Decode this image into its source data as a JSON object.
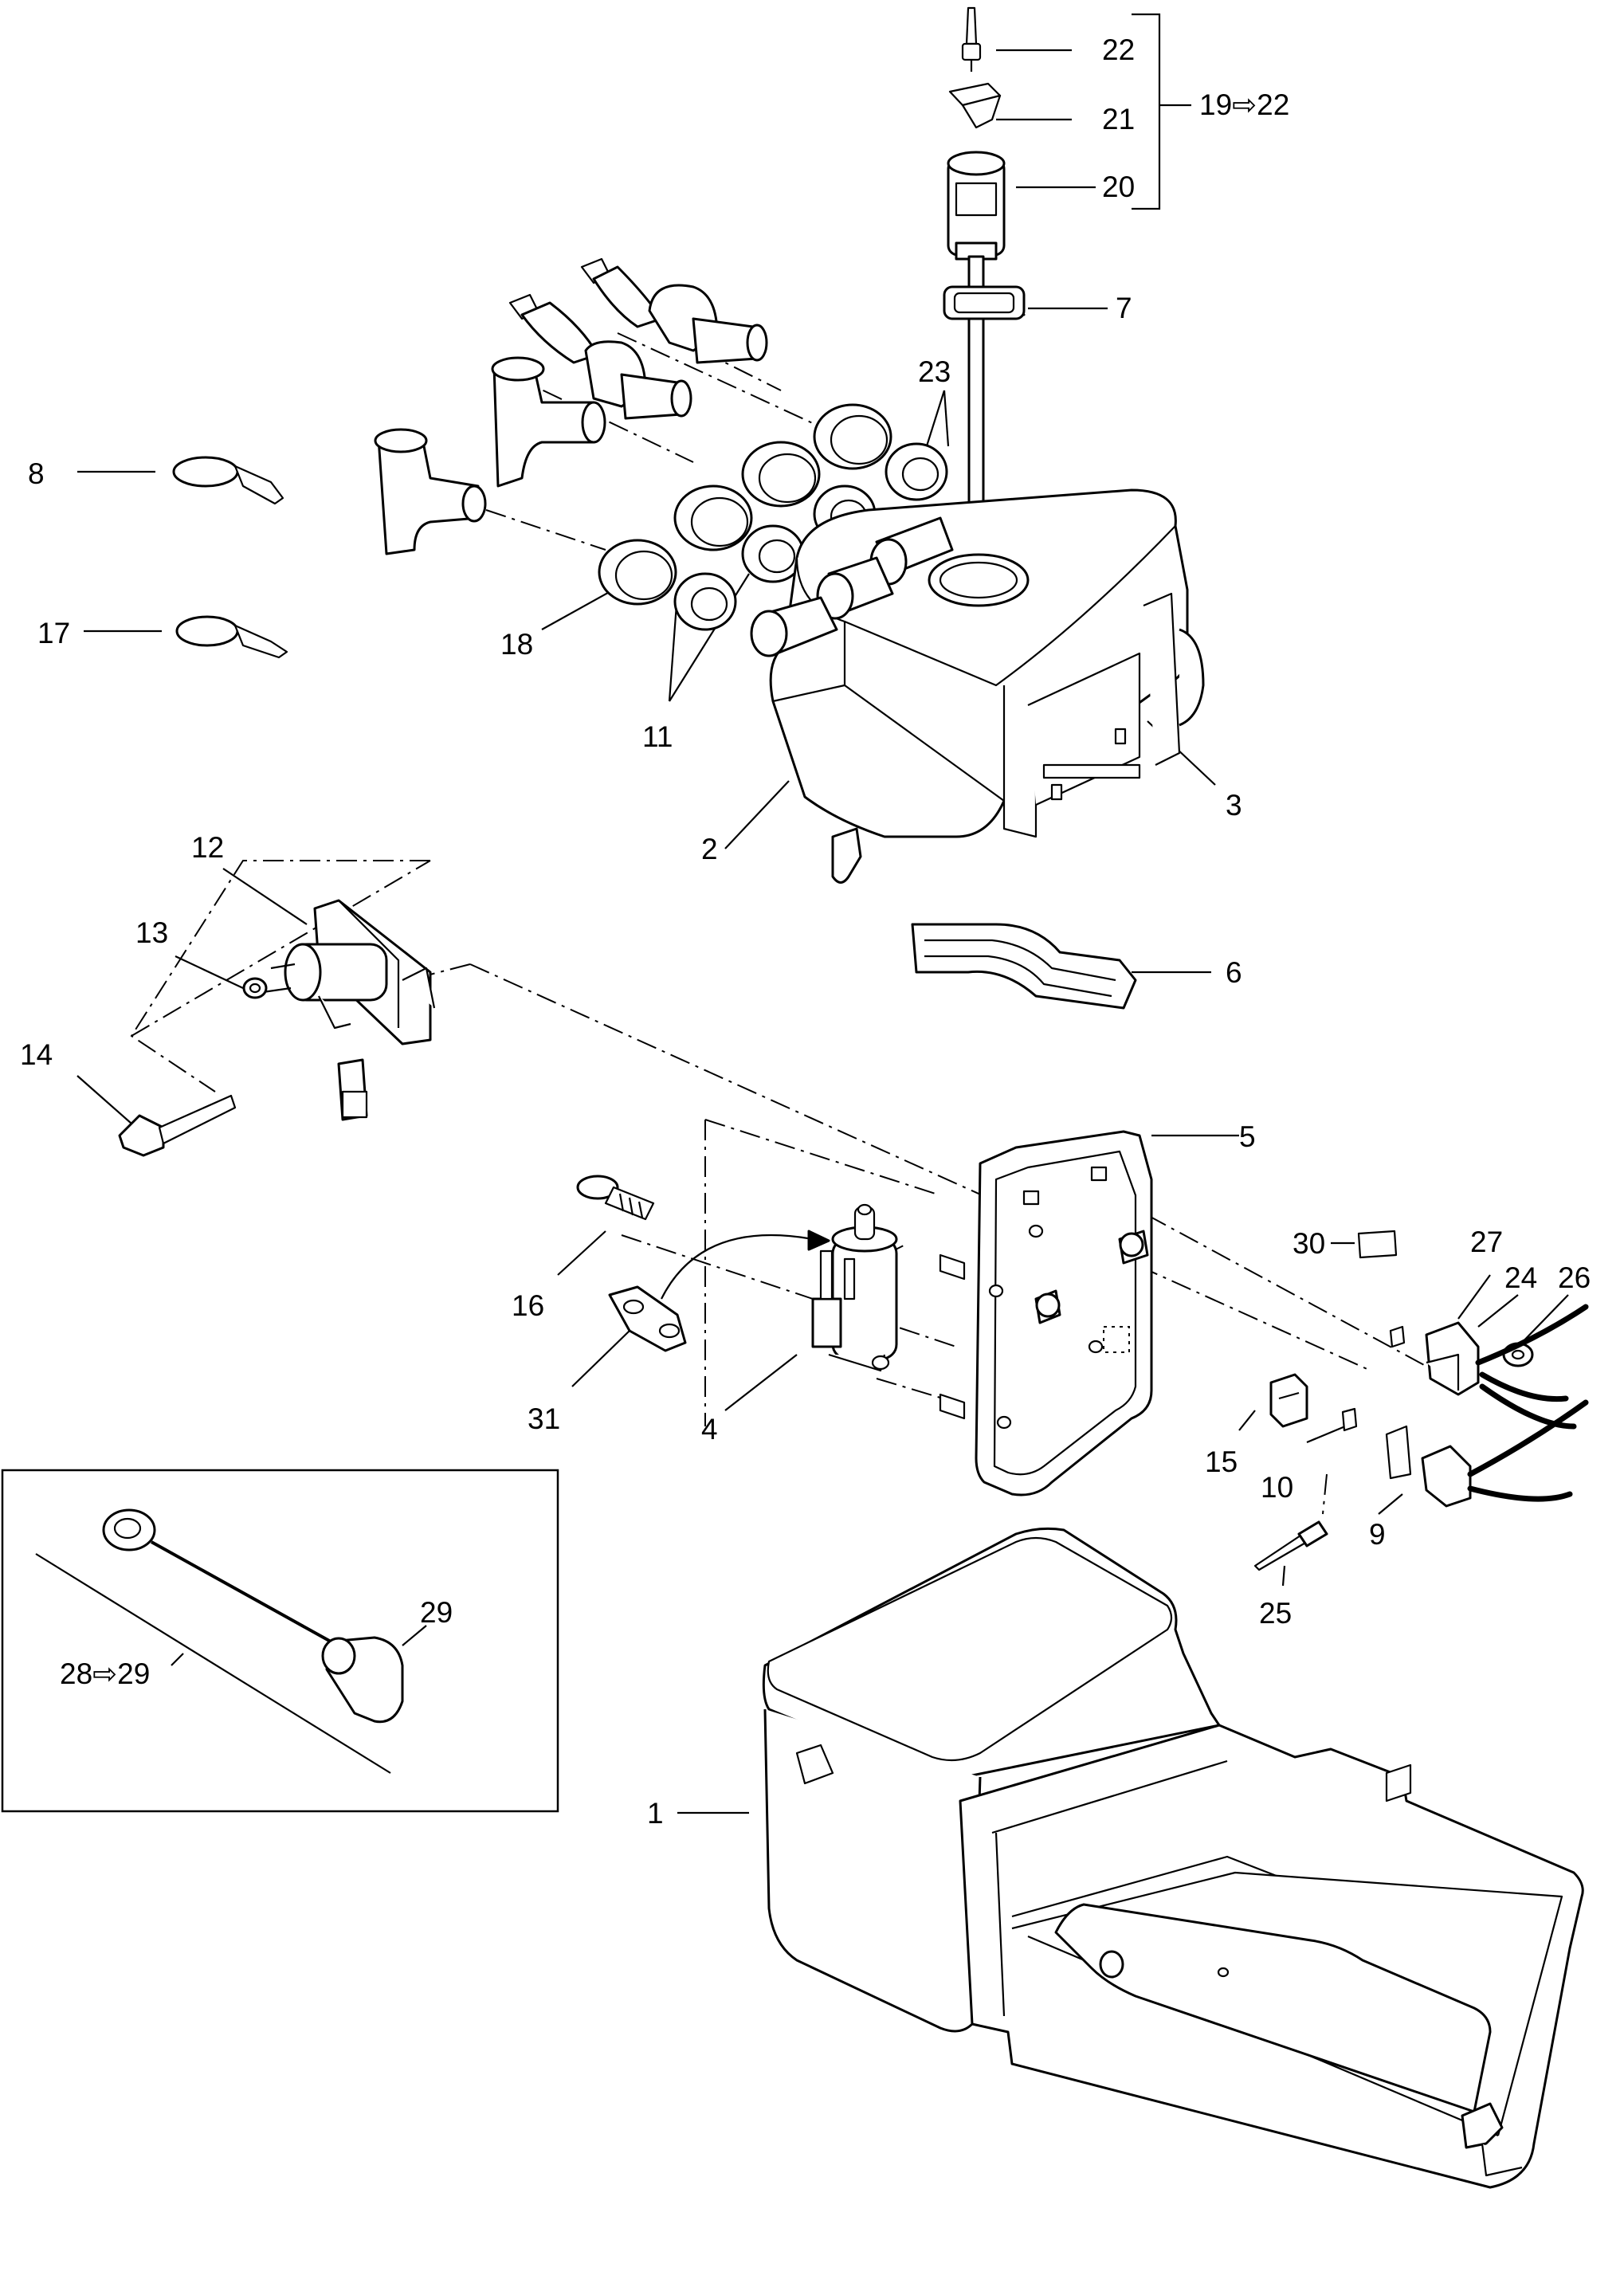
{
  "callouts": [
    {
      "id": "22",
      "text": "22"
    },
    {
      "id": "21",
      "text": "21"
    },
    {
      "id": "20",
      "text": "20"
    },
    {
      "id": "19-22",
      "text": "19⇨22"
    },
    {
      "id": "7",
      "text": "7"
    },
    {
      "id": "23",
      "text": "23"
    },
    {
      "id": "8",
      "text": "8"
    },
    {
      "id": "17",
      "text": "17"
    },
    {
      "id": "18",
      "text": "18"
    },
    {
      "id": "11",
      "text": "11"
    },
    {
      "id": "3",
      "text": "3"
    },
    {
      "id": "2",
      "text": "2"
    },
    {
      "id": "12",
      "text": "12"
    },
    {
      "id": "6",
      "text": "6"
    },
    {
      "id": "13",
      "text": "13"
    },
    {
      "id": "14",
      "text": "14"
    },
    {
      "id": "5",
      "text": "5"
    },
    {
      "id": "30",
      "text": "30"
    },
    {
      "id": "27",
      "text": "27"
    },
    {
      "id": "24",
      "text": "24"
    },
    {
      "id": "26",
      "text": "26"
    },
    {
      "id": "16",
      "text": "16"
    },
    {
      "id": "31",
      "text": "31"
    },
    {
      "id": "4",
      "text": "4"
    },
    {
      "id": "15",
      "text": "15"
    },
    {
      "id": "10",
      "text": "10"
    },
    {
      "id": "9",
      "text": "9"
    },
    {
      "id": "25",
      "text": "25"
    },
    {
      "id": "29",
      "text": "29"
    },
    {
      "id": "28-29",
      "text": "28⇨29"
    },
    {
      "id": "1",
      "text": "1"
    }
  ]
}
